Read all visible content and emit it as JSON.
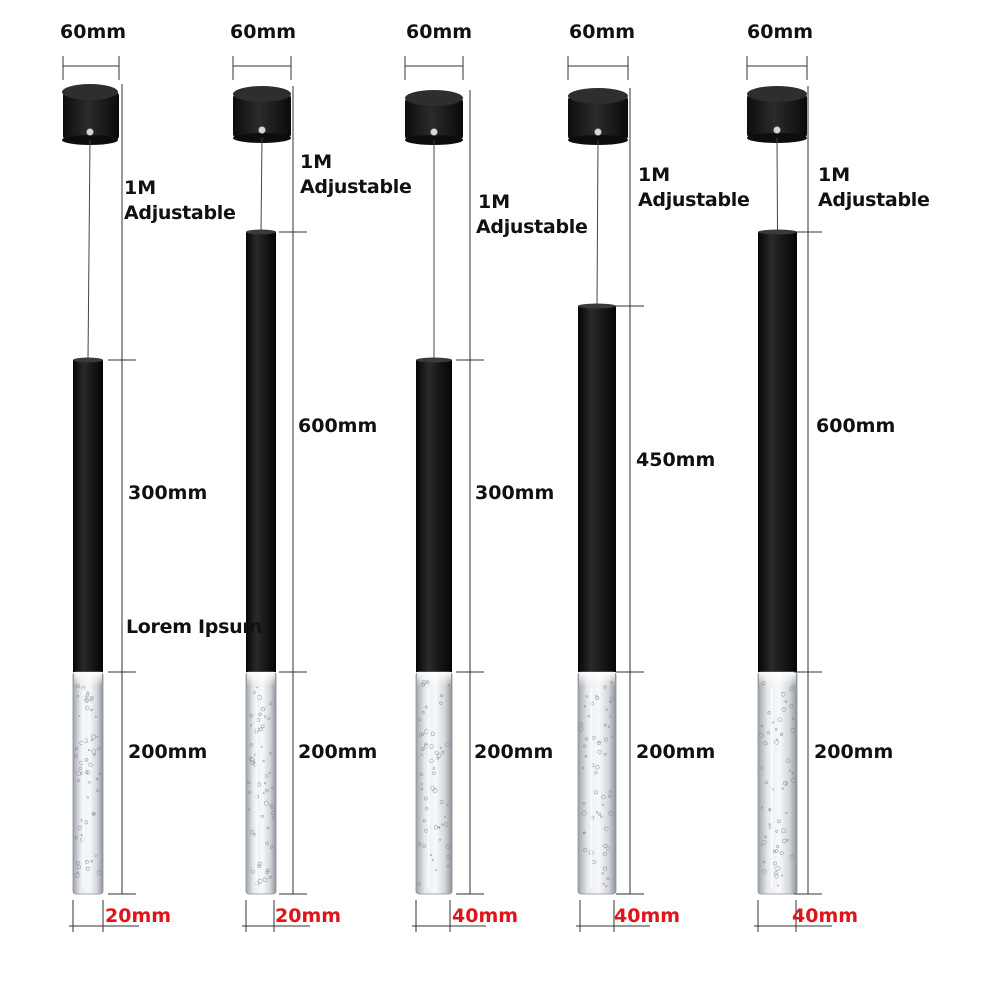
{
  "colors": {
    "body": "#1b1b1b",
    "dimension_line": "#333333",
    "highlight_text": "#e0141b",
    "text": "#111111",
    "glass": "#d9dde2"
  },
  "overlay_text": "Lorem Ipsum",
  "lamps": [
    {
      "top_width": "60mm",
      "cable": "1M Adjustable",
      "cable_line1": "1M",
      "cable_line2": "Adjustable",
      "body_length": "300mm",
      "glass_length": "200mm",
      "diameter": "20mm"
    },
    {
      "top_width": "60mm",
      "cable": "1M Adjustable",
      "cable_line1": "1M",
      "cable_line2": "Adjustable",
      "body_length": "600mm",
      "glass_length": "200mm",
      "diameter": "20mm"
    },
    {
      "top_width": "60mm",
      "cable": "1M Adjustable",
      "cable_line1": "1M",
      "cable_line2": "Adjustable",
      "body_length": "300mm",
      "glass_length": "200mm",
      "diameter": "40mm"
    },
    {
      "top_width": "60mm",
      "cable": "1M Adjustable",
      "cable_line1": "1M",
      "cable_line2": "Adjustable",
      "body_length": "450mm",
      "glass_length": "200mm",
      "diameter": "40mm"
    },
    {
      "top_width": "60mm",
      "cable": "1M Adjustable",
      "cable_line1": "1M",
      "cable_line2": "Adjustable",
      "body_length": "600mm",
      "glass_length": "200mm",
      "diameter": "40mm"
    }
  ]
}
